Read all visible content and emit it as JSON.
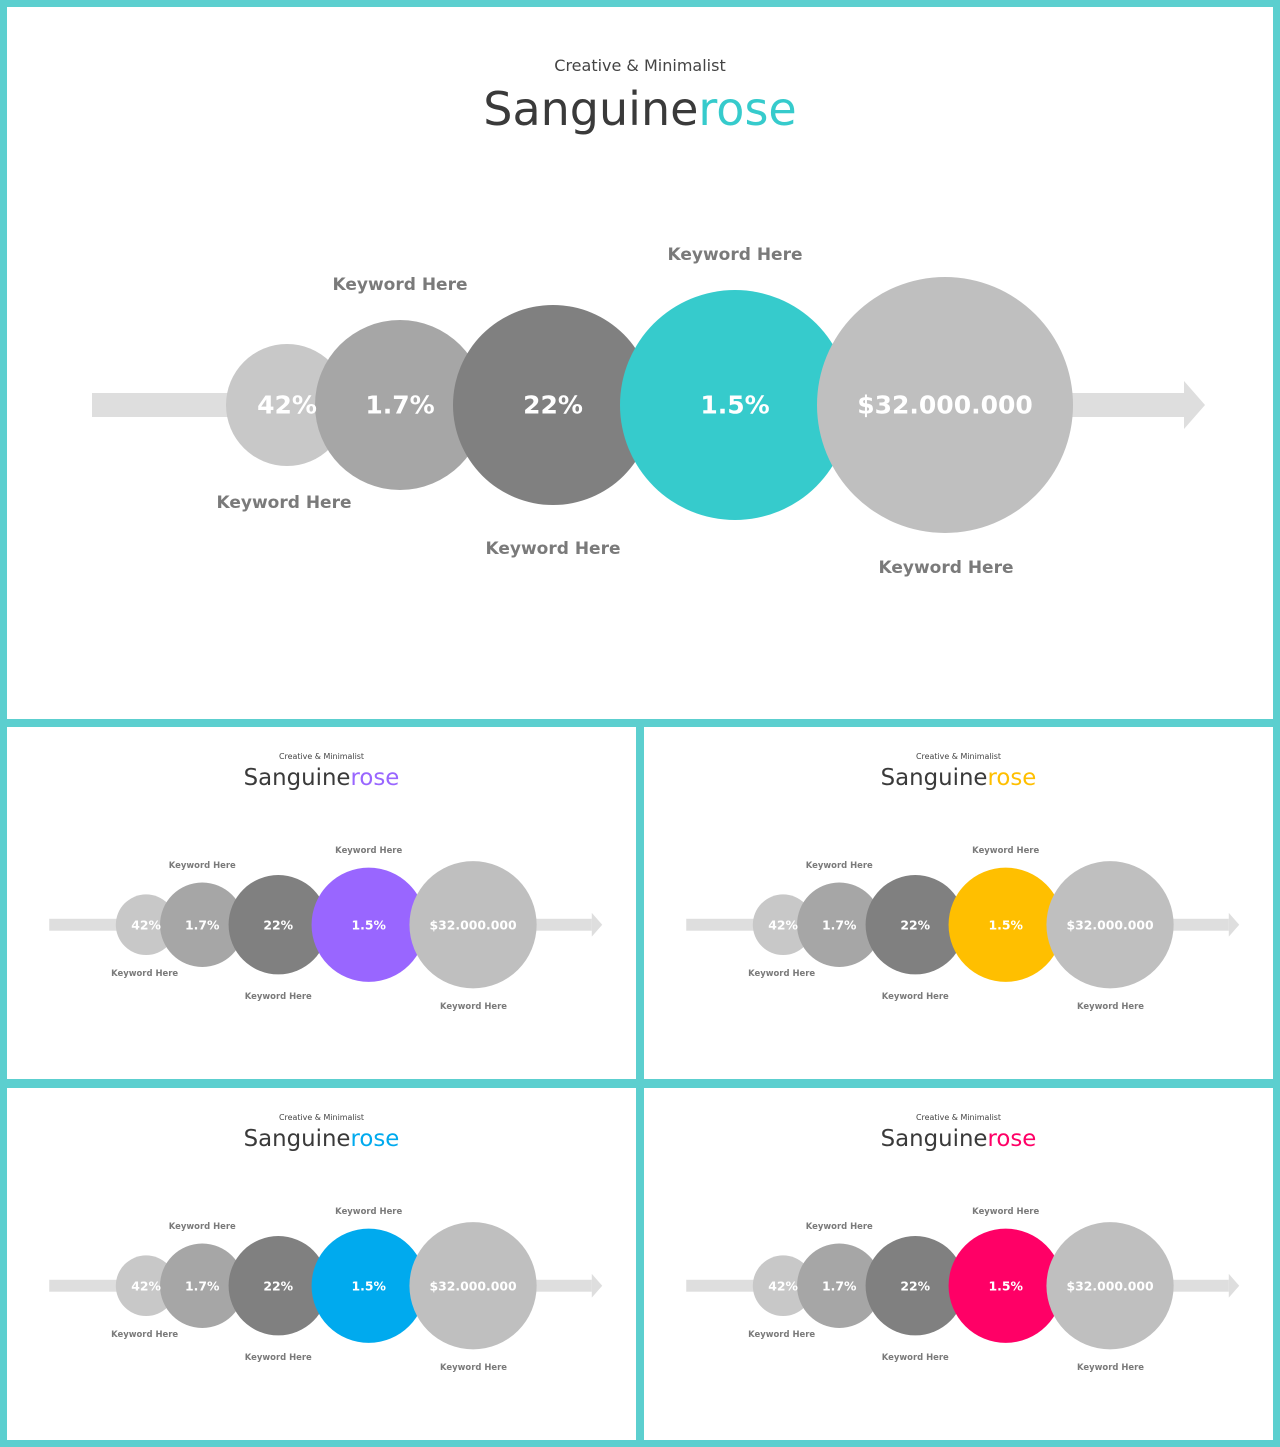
{
  "slides": [
    {
      "subtitle": "Creative & Minimalist",
      "brand_a": "Sanguine",
      "brand_b": "rose",
      "accent": "#36cbcc",
      "circles": [
        {
          "value": "42%",
          "keyword": "Keyword Here",
          "color": "#c8c8c8"
        },
        {
          "value": "1.7%",
          "keyword": "Keyword Here",
          "color": "#a6a6a6"
        },
        {
          "value": "22%",
          "keyword": "Keyword Here",
          "color": "#808080"
        },
        {
          "value": "1.5%",
          "keyword": "Keyword Here",
          "color": "#36cbcc"
        },
        {
          "value": "$32.000.000",
          "keyword": "Keyword Here",
          "color": "#bfbfbf"
        }
      ]
    },
    {
      "subtitle": "Creative & Minimalist",
      "brand_a": "Sanguine",
      "brand_b": "rose",
      "accent": "#9966ff",
      "circles": [
        {
          "value": "42%",
          "keyword": "Keyword Here",
          "color": "#c8c8c8"
        },
        {
          "value": "1.7%",
          "keyword": "Keyword Here",
          "color": "#a6a6a6"
        },
        {
          "value": "22%",
          "keyword": "Keyword Here",
          "color": "#808080"
        },
        {
          "value": "1.5%",
          "keyword": "Keyword Here",
          "color": "#9966ff"
        },
        {
          "value": "$32.000.000",
          "keyword": "Keyword Here",
          "color": "#bfbfbf"
        }
      ]
    },
    {
      "subtitle": "Creative & Minimalist",
      "brand_a": "Sanguine",
      "brand_b": "rose",
      "accent": "#ffbf00",
      "circles": [
        {
          "value": "42%",
          "keyword": "Keyword Here",
          "color": "#c8c8c8"
        },
        {
          "value": "1.7%",
          "keyword": "Keyword Here",
          "color": "#a6a6a6"
        },
        {
          "value": "22%",
          "keyword": "Keyword Here",
          "color": "#808080"
        },
        {
          "value": "1.5%",
          "keyword": "Keyword Here",
          "color": "#ffbf00"
        },
        {
          "value": "$32.000.000",
          "keyword": "Keyword Here",
          "color": "#bfbfbf"
        }
      ]
    },
    {
      "subtitle": "Creative & Minimalist",
      "brand_a": "Sanguine",
      "brand_b": "rose",
      "accent": "#00aaee",
      "circles": [
        {
          "value": "42%",
          "keyword": "Keyword Here",
          "color": "#c8c8c8"
        },
        {
          "value": "1.7%",
          "keyword": "Keyword Here",
          "color": "#a6a6a6"
        },
        {
          "value": "22%",
          "keyword": "Keyword Here",
          "color": "#808080"
        },
        {
          "value": "1.5%",
          "keyword": "Keyword Here",
          "color": "#00aaee"
        },
        {
          "value": "$32.000.000",
          "keyword": "Keyword Here",
          "color": "#bfbfbf"
        }
      ]
    },
    {
      "subtitle": "Creative & Minimalist",
      "brand_a": "Sanguine",
      "brand_b": "rose",
      "accent": "#ff0066",
      "circles": [
        {
          "value": "42%",
          "keyword": "Keyword Here",
          "color": "#c8c8c8"
        },
        {
          "value": "1.7%",
          "keyword": "Keyword Here",
          "color": "#a6a6a6"
        },
        {
          "value": "22%",
          "keyword": "Keyword Here",
          "color": "#808080"
        },
        {
          "value": "1.5%",
          "keyword": "Keyword Here",
          "color": "#ff0066"
        },
        {
          "value": "$32.000.000",
          "keyword": "Keyword Here",
          "color": "#bfbfbf"
        }
      ]
    }
  ]
}
